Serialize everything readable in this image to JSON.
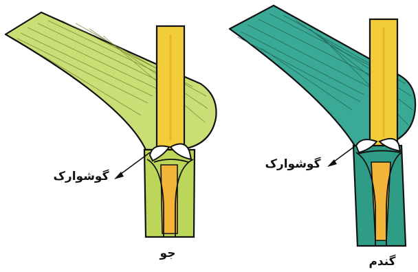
{
  "labels": {
    "barley_auricle": "گوشوارک",
    "barley_name": "جو",
    "wheat_auricle": "گوشوارک",
    "wheat_name": "گندم"
  },
  "colors": {
    "barley_blade": "#c9de74",
    "barley_sheath": "#bcd65a",
    "stem": "#f3cc3a",
    "stem_inner": "#f2b53a",
    "wheat_blade": "#3aa995",
    "wheat_sheath": "#2f9c86",
    "outline": "#111111"
  }
}
